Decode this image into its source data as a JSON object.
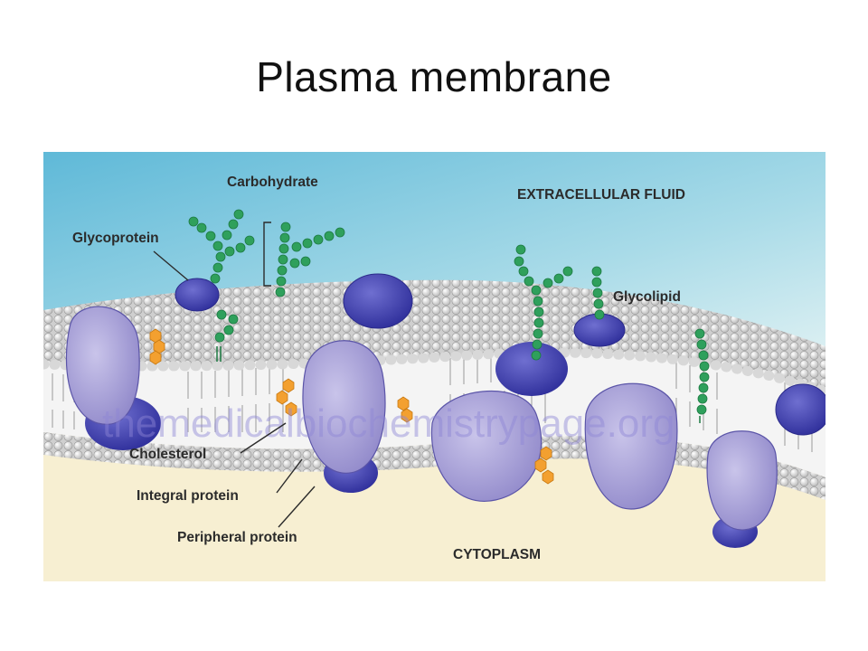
{
  "title": "Plasma membrane",
  "diagram": {
    "labels": {
      "carbohydrate": "Carbohydrate",
      "extracellular": "EXTRACELLULAR FLUID",
      "glycoprotein": "Glycoprotein",
      "glycolipid": "Glycolipid",
      "cholesterol": "Cholesterol",
      "integral": "Integral protein",
      "peripheral": "Peripheral protein",
      "cytoplasm": "CYTOPLASM"
    },
    "watermark": "themedicalbiochemistrypage.org",
    "colors": {
      "extracellular_top": "#5fb9d8",
      "extracellular_bottom": "#d6eef2",
      "cytoplasm": "#f7efd2",
      "lipid_head": "#e6e6e6",
      "protein": "#a9a2d6",
      "protein_dark": "#3c3ca6",
      "carbohydrate": "#2fa05c",
      "cholesterol": "#f3a030"
    }
  }
}
